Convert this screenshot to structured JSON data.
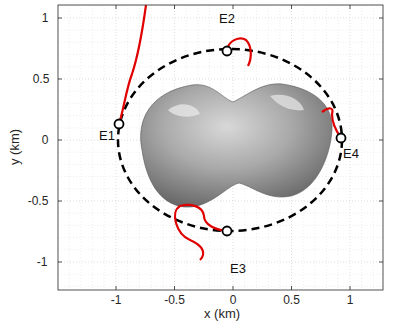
{
  "diagram": {
    "labels": [
      "E1",
      "E2",
      "E3",
      "E4",
      "1",
      "0.5",
      "0",
      "-0.5",
      "-1",
      "-1",
      "-0.5",
      "0",
      "0.5",
      "1",
      "y (km)",
      "x (km)"
    ]
  }
}
